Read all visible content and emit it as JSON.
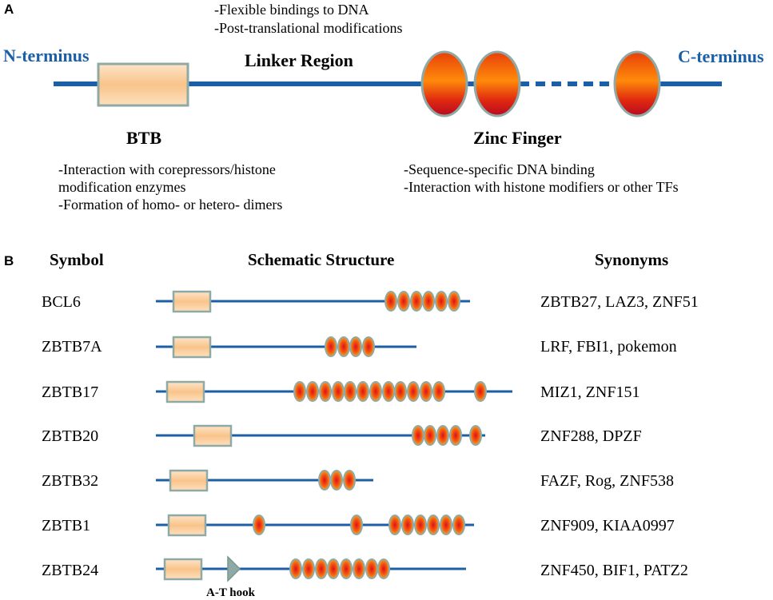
{
  "panel_a": {
    "letter": "A",
    "n_terminus": "N-terminus",
    "c_terminus": "C-terminus",
    "linker_title": "Linker Region",
    "linker_notes": [
      "-Flexible bindings to DNA",
      "-Post-translational modifications"
    ],
    "btb_title": "BTB",
    "btb_notes": [
      "-Interaction with corepressors/histone",
      "modification enzymes",
      "-Formation of homo- or hetero- dimers"
    ],
    "zf_title": "Zinc Finger",
    "zf_notes": [
      "-Sequence-specific DNA binding",
      "-Interaction with histone modifiers or other TFs"
    ]
  },
  "panel_b": {
    "letter": "B",
    "headers": {
      "symbol": "Symbol",
      "structure": "Schematic Structure",
      "synonyms": "Synonyms"
    },
    "rows": [
      {
        "symbol": "BCL6",
        "synonyms": "ZBTB27, LAZ3, ZNF51",
        "zinc_fingers": 6
      },
      {
        "symbol": "ZBTB7A",
        "synonyms": "LRF, FBI1, pokemon",
        "zinc_fingers": 4
      },
      {
        "symbol": "ZBTB17",
        "synonyms": "MIZ1, ZNF151",
        "zinc_fingers": 13
      },
      {
        "symbol": "ZBTB20",
        "synonyms": "ZNF288, DPZF",
        "zinc_fingers": 5
      },
      {
        "symbol": "ZBTB32",
        "synonyms": "FAZF, Rog, ZNF538",
        "zinc_fingers": 3
      },
      {
        "symbol": "ZBTB1",
        "synonyms": "ZNF909, KIAA0997",
        "zinc_fingers": 8
      },
      {
        "symbol": "ZBTB24",
        "synonyms": "ZNF450, BIF1, PATZ2",
        "zinc_fingers": 8
      }
    ],
    "at_hook_label": "A-T hook"
  },
  "colors": {
    "backbone": "#1d5fa6",
    "domain_border": "#8faaa6",
    "terminus_text": "#1a5fa8"
  }
}
